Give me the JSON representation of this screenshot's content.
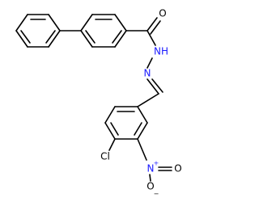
{
  "molecule": {
    "atoms": {
      "carbonyl_oxygen": {
        "symbol": "O",
        "color": "#000000"
      },
      "amide_nitrogen": {
        "symbol": "NH",
        "color": "#1a1aff"
      },
      "imine_nitrogen": {
        "symbol": "N",
        "color": "#1a1aff"
      },
      "chlorine": {
        "symbol": "Cl",
        "color": "#000000"
      },
      "nitro_nitrogen": {
        "symbol": "N",
        "charge": "+",
        "color": "#1a1aff"
      },
      "nitro_oxygen_double": {
        "symbol": "O",
        "color": "#000000"
      },
      "nitro_oxygen_single": {
        "symbol": "O",
        "charge": "−",
        "color": "#000000"
      }
    },
    "bond_color": "#000000"
  }
}
